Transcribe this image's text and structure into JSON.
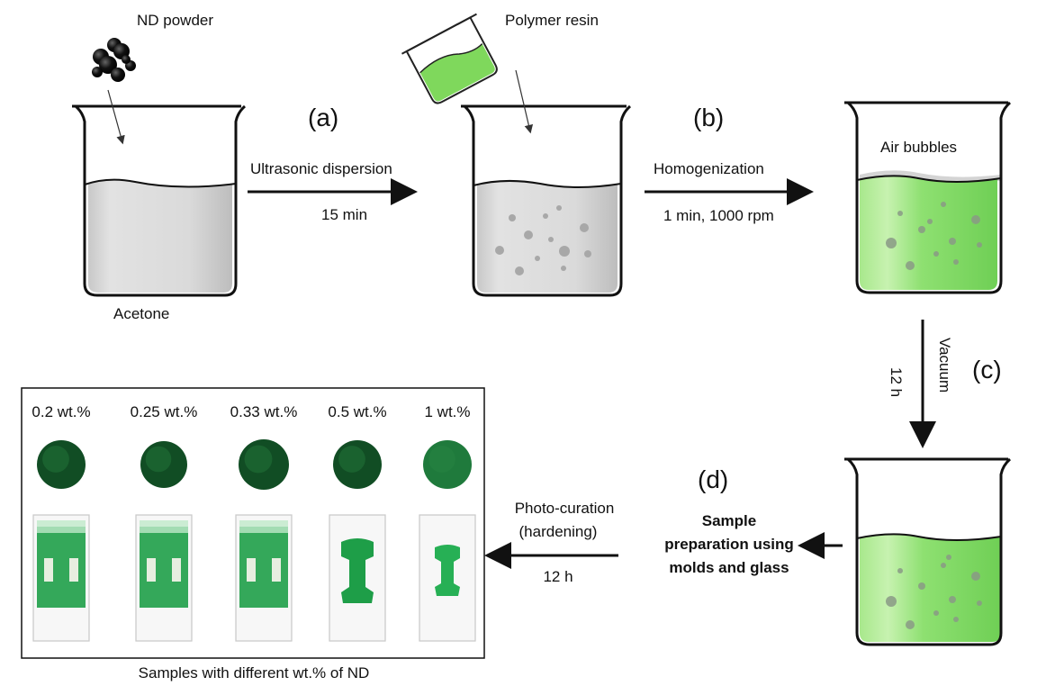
{
  "labels": {
    "nd_powder": "ND powder",
    "polymer_resin": "Polymer resin",
    "acetone": "Acetone",
    "air_bubbles": "Air bubbles",
    "vacuum": "Vacuum",
    "samples_caption": "Samples with different wt.% of ND"
  },
  "steps": {
    "a": {
      "tag": "(a)",
      "line1": "Ultrasonic dispersion",
      "line2": "15 min"
    },
    "b": {
      "tag": "(b)",
      "line1": "Homogenization",
      "line2": "1 min, 1000 rpm"
    },
    "c": {
      "tag": "(c)",
      "time": "12 h"
    },
    "d": {
      "tag": "(d)",
      "line1": "Sample",
      "line2": "preparation using",
      "line3": "molds and glass"
    }
  },
  "curing": {
    "line1": "Photo-curation",
    "line2": "(hardening)",
    "line3": "12 h"
  },
  "samples": [
    {
      "label": "0.2 wt.%"
    },
    {
      "label": "0.25 wt.%"
    },
    {
      "label": "0.33 wt.%"
    },
    {
      "label": "0.5 wt.%"
    },
    {
      "label": "1 wt.%"
    }
  ],
  "colors": {
    "liquid_gray": "#d9d9d9",
    "resin_green": "#8fe07a",
    "sample_green": "#1e9e48",
    "disk_dark": "#114d24"
  }
}
